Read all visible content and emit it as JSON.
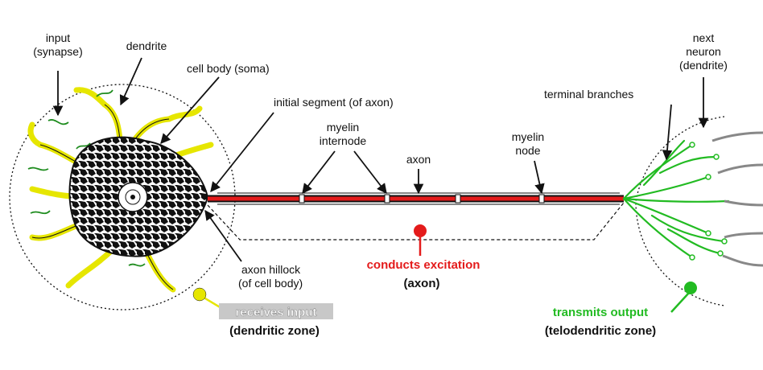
{
  "labels": {
    "input": [
      "input",
      "(synapse)"
    ],
    "dendrite": "dendrite",
    "cell_body": "cell body (soma)",
    "initial_segment": "initial segment (of axon)",
    "myelin_internode": [
      "myelin",
      "internode"
    ],
    "axon": "axon",
    "myelin_node": [
      "myelin",
      "node"
    ],
    "terminal_branches": "terminal branches",
    "next_neuron": [
      "next",
      "neuron",
      "(dendrite)"
    ],
    "axon_hillock": [
      "axon hillock",
      "(of cell body)"
    ]
  },
  "zones": {
    "receives": {
      "title": "receives input",
      "subtitle": "(dendritic zone)"
    },
    "conducts": {
      "title": "conducts excitation",
      "subtitle": "(axon)"
    },
    "transmits": {
      "title": "transmits output",
      "subtitle": "(telodendritic zone)"
    }
  },
  "colors": {
    "dendrite": "#e6e600",
    "soma_fill": "#111111",
    "axon": "#e41b1b",
    "synapse": "#1e8c1e",
    "terminal": "#22bb22",
    "receives_pin": "#e6e600",
    "conducts_pin": "#e41b1b",
    "transmits_pin": "#22bb22",
    "receives_bg": "#c8c8c8"
  }
}
